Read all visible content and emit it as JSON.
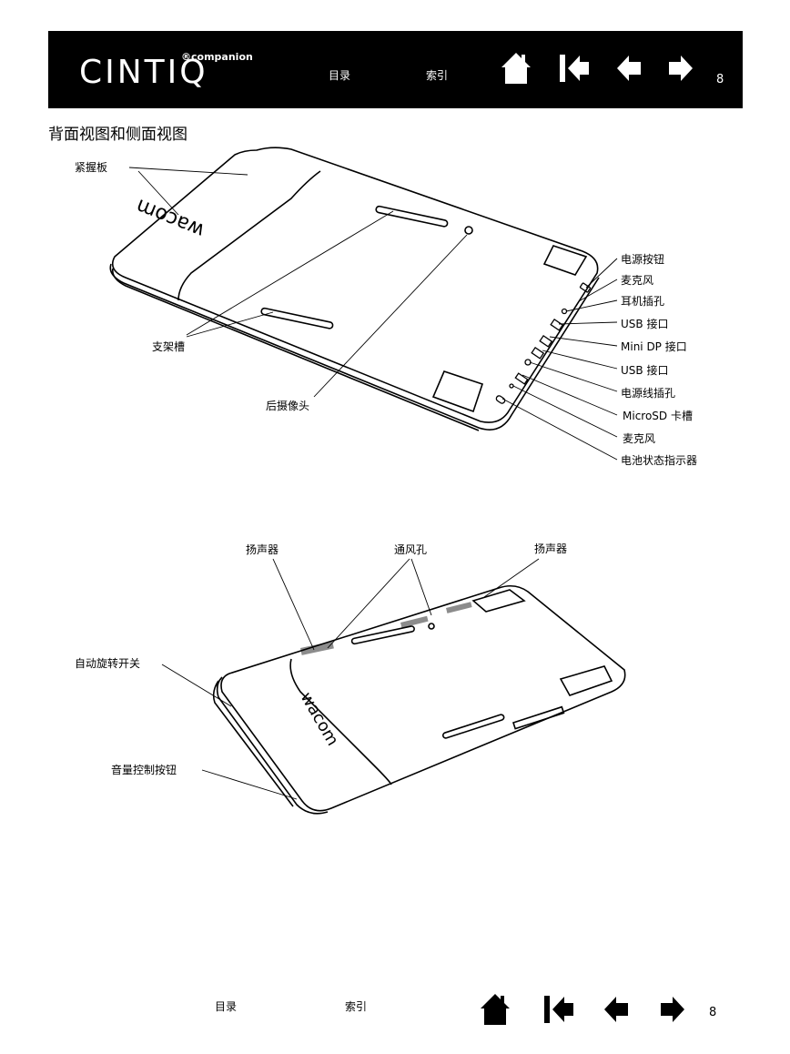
{
  "header": {
    "logo_text": "CINTIQ",
    "logo_sub": "®companion",
    "toc_label": "目录",
    "index_label": "索引",
    "page_number": "8",
    "icons": [
      "home-icon",
      "first-page-icon",
      "previous-page-icon",
      "next-page-icon"
    ]
  },
  "page_title": "背面视图和侧面视图",
  "back_view": {
    "device_brand": "wacom",
    "labels": {
      "grip_panels": "紧握板",
      "stand_slots": "支架槽",
      "rear_camera": "后摄像头",
      "power_button": "电源按钮",
      "microphone_top": "麦克风",
      "headphone_jack": "耳机插孔",
      "usb_port_1": "USB 接口",
      "mini_dp_port": "Mini DP 接口",
      "usb_port_2": "USB 接口",
      "power_jack": "电源线插孔",
      "microsd_slot": "MicroSD 卡槽",
      "microphone_bottom": "麦克风",
      "battery_indicator": "电池状态指示器"
    }
  },
  "side_view": {
    "device_brand": "wacom",
    "labels": {
      "speaker_left": "扬声器",
      "vents": "通风孔",
      "speaker_right": "扬声器",
      "auto_rotate": "自动旋转开关",
      "volume_buttons": "音量控制按钮"
    }
  },
  "footer": {
    "toc_label": "目录",
    "index_label": "索引",
    "page_number": "8"
  }
}
